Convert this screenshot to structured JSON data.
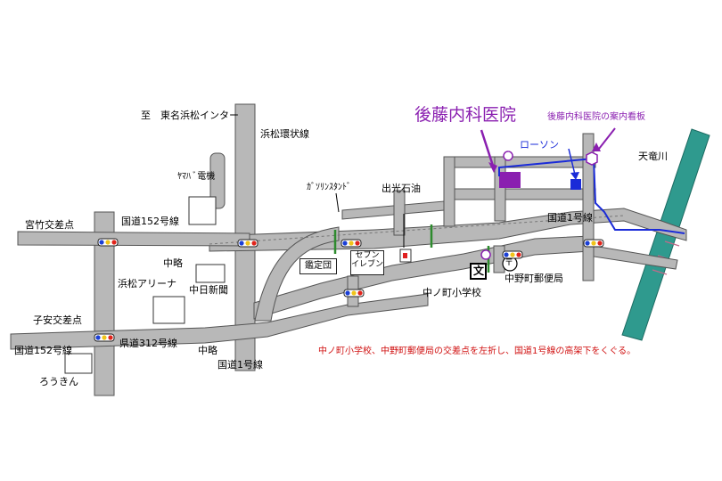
{
  "clinic_name": "後藤内科医院",
  "clinic_sign": "後藤内科医院の案内看板",
  "lawson": "ローソン",
  "tenryu_river": "天竜川",
  "tomei_ic": "至　東名浜松インター",
  "ring_road": "浜松環状線",
  "yamaha": "ﾔﾏﾊ ﾞ電機",
  "gas_station": "ｶﾞｿﾘﾝｽﾀﾝﾄﾞ",
  "idemitsu": "出光石油",
  "route1_top": "国道1号線",
  "miyatake": "宮竹交差点",
  "route152_top": "国道152号線",
  "nakaryaku1": "中略",
  "nakaryaku2": "中略",
  "arena": "浜松アリーナ",
  "chunichi": "中日新聞",
  "kanteidan": "鑑定団",
  "seven_eleven": "セブン\nイレブン",
  "school_mark": "文",
  "school": "中ノ町小学校",
  "post_mark": "〒",
  "post_office": "中野町郵便局",
  "koyasu": "子安交差点",
  "route152_bottom": "国道152号線",
  "pref312": "県道312号線",
  "route1_bottom": "国道1号線",
  "rokin": "ろうきん",
  "directions": "中ノ町小学校、中野町郵便局の交差点を左折し、国道1号線の高架下をくぐる。",
  "colors": {
    "road": "#b8b8b8",
    "road_edge": "#555555",
    "river": "#2f9a8e",
    "route": "#1a2bd8",
    "clinic": "#8a1fb0"
  }
}
